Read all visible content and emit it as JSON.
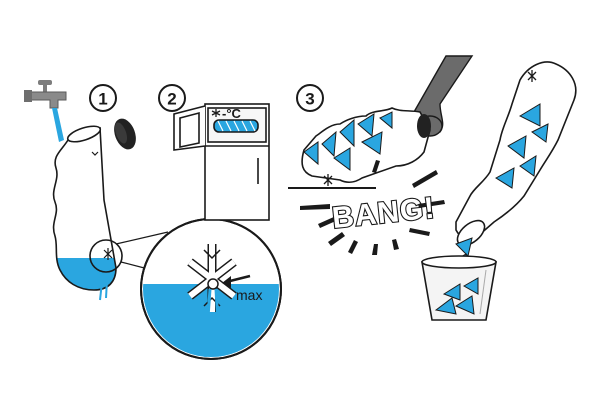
{
  "steps": [
    {
      "number": "1"
    },
    {
      "number": "2"
    },
    {
      "number": "3"
    }
  ],
  "labels": {
    "max": "max",
    "freezer_temp": "-°C",
    "bang": "BANG!"
  },
  "colors": {
    "water": "#2aa6e0",
    "ice": "#2aa6e0",
    "outline": "#1a1a1a",
    "hand": "#6b6b6b",
    "cap": "#222222",
    "faucet": "#7d7d7d"
  },
  "icons": [
    "faucet-icon",
    "snowflake-icon",
    "bottle-cap-icon",
    "freezer-icon",
    "hand-icon",
    "glass-icon"
  ]
}
